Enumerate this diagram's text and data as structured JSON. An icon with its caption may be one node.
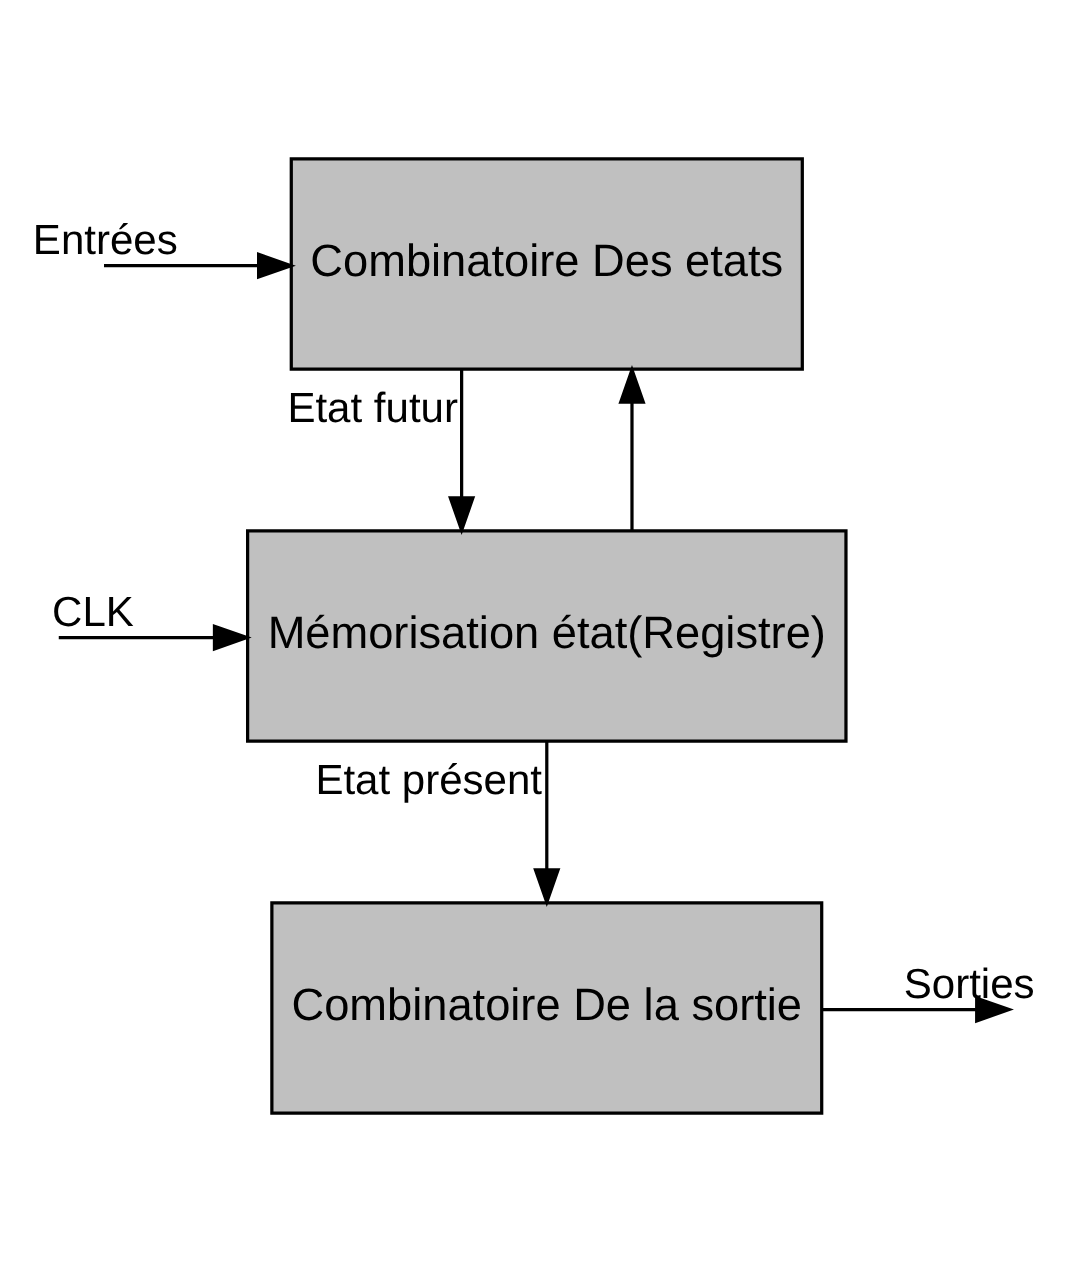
{
  "diagram": {
    "nodes": [
      {
        "text": [
          "Combinatoire Des etats"
        ]
      },
      {
        "text": [
          "Mémorisation état(Registre)"
        ]
      },
      {
        "text": [
          "Combinatoire De la sortie"
        ]
      }
    ],
    "edges": [
      {
        "from": null,
        "to": 0,
        "arrow": "to",
        "label": "Entrées"
      },
      {
        "from": 0,
        "to": 1,
        "arrow": "to",
        "label": "Etat futur"
      },
      {
        "from": null,
        "to": 1,
        "arrow": "to",
        "label": "CLK"
      },
      {
        "from": 1,
        "to": 2,
        "arrow": "to",
        "label": "Etat présent"
      },
      {
        "from": 1,
        "to": 0,
        "arrow": "to"
      },
      {
        "from": 2,
        "to": null,
        "arrow": "to",
        "label": "Sorties"
      }
    ]
  }
}
